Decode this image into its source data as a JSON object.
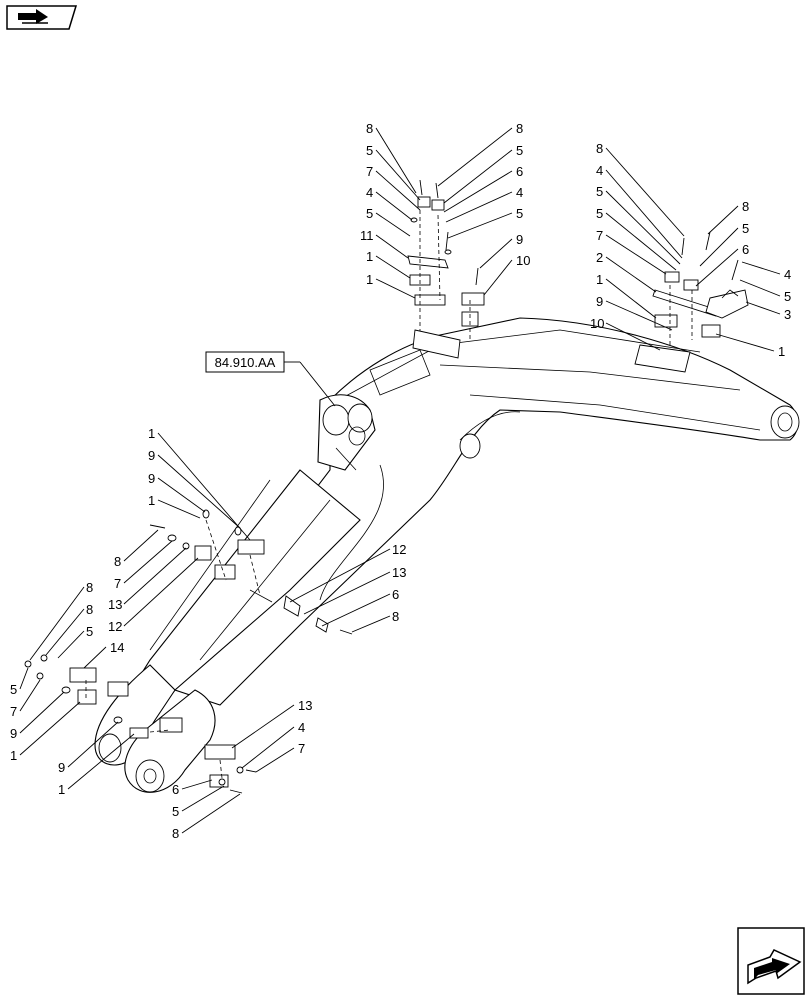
{
  "diagram": {
    "reference_label": "84.910.AA",
    "icons": {
      "top_left": "previous-page-icon",
      "bottom_right": "next-page-icon"
    },
    "callouts": [
      "8",
      "5",
      "7",
      "4",
      "5",
      "11",
      "1",
      "1",
      "8",
      "5",
      "6",
      "4",
      "5",
      "9",
      "10",
      "8",
      "4",
      "5",
      "5",
      "7",
      "1",
      "2",
      "9",
      "10",
      "8",
      "5",
      "6",
      "4",
      "5",
      "3",
      "1",
      "1",
      "9",
      "9",
      "1",
      "8",
      "7",
      "13",
      "12",
      "12",
      "13",
      "6",
      "8",
      "8",
      "8",
      "5",
      "14",
      "5",
      "7",
      "9",
      "1",
      "9",
      "1",
      "13",
      "4",
      "7",
      "6",
      "5",
      "8"
    ]
  }
}
